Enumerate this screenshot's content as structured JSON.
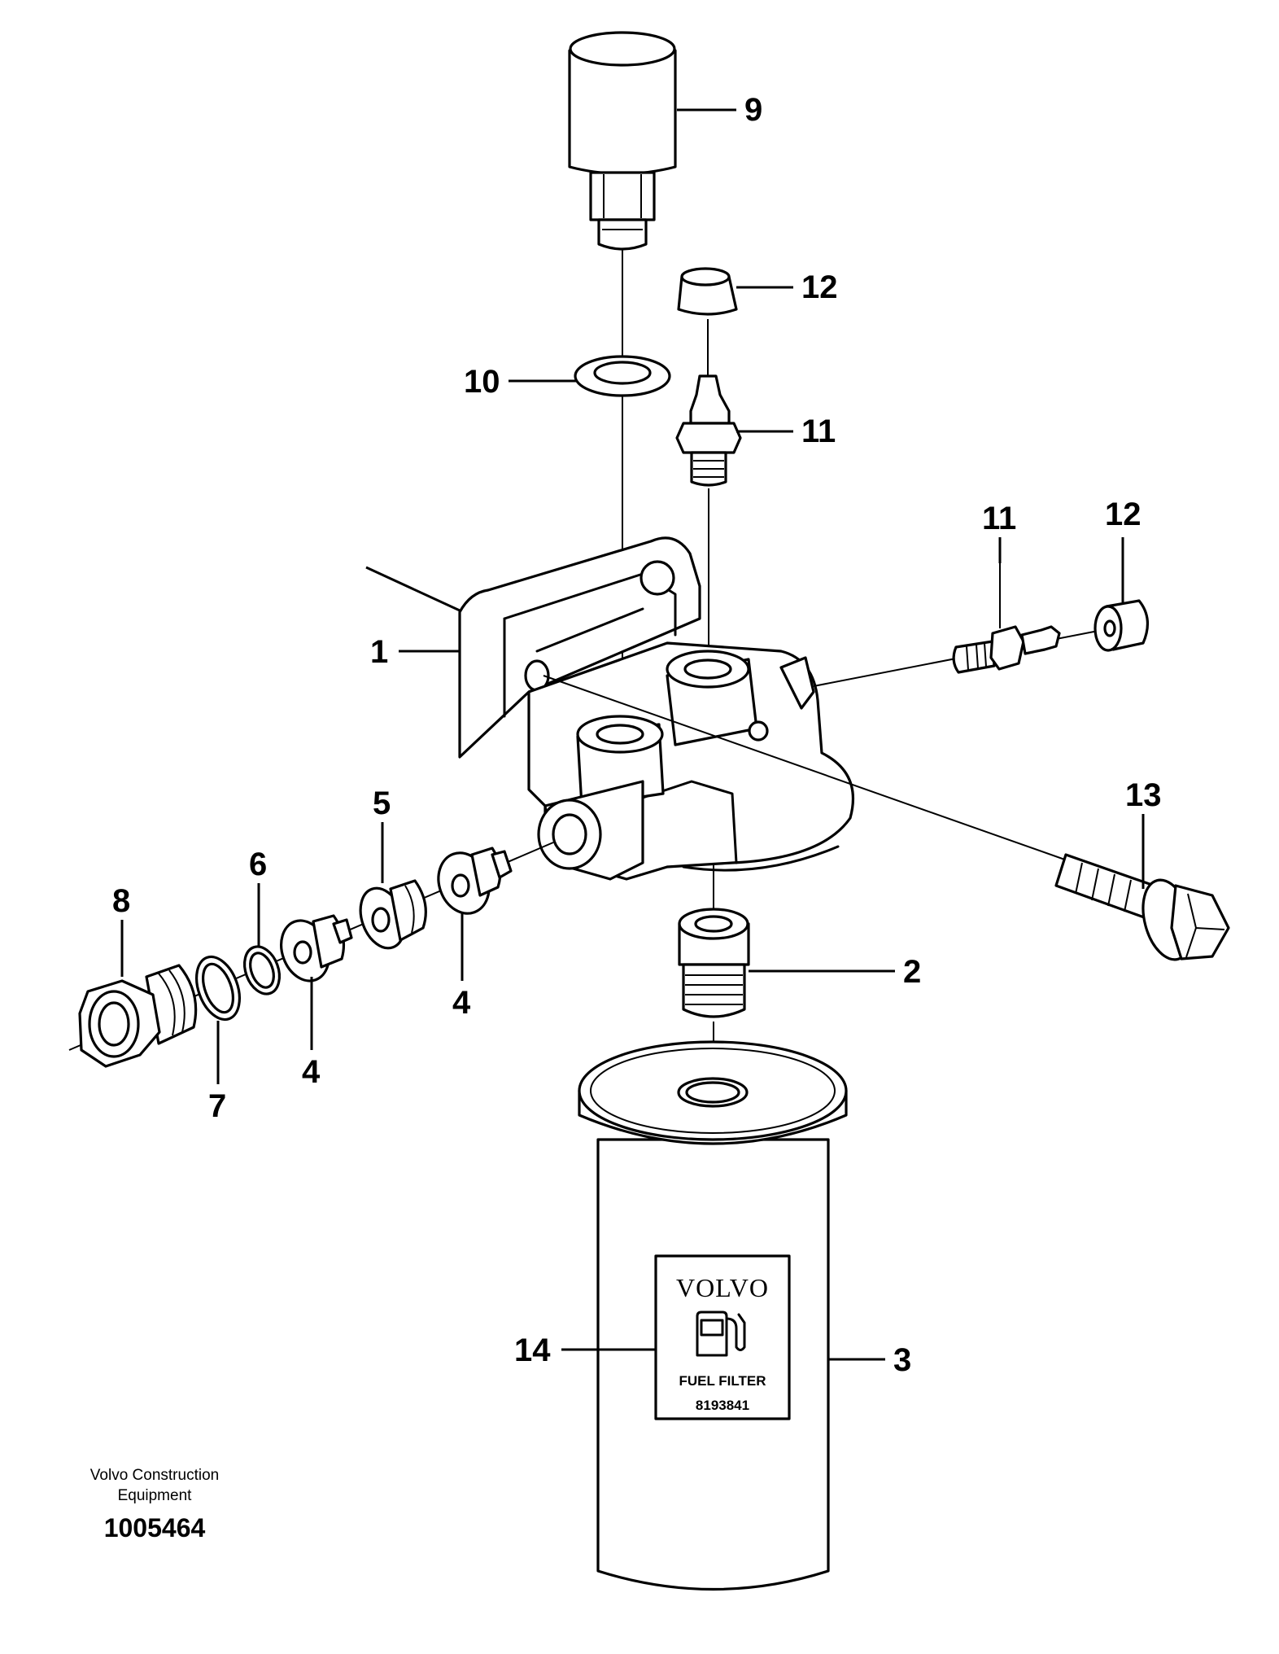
{
  "callouts": {
    "c1": "1",
    "c2": "2",
    "c3": "3",
    "c4a": "4",
    "c4b": "4",
    "c5": "5",
    "c6": "6",
    "c7": "7",
    "c8": "8",
    "c9": "9",
    "c10": "10",
    "c11a": "11",
    "c11b": "11",
    "c12a": "12",
    "c12b": "12",
    "c13": "13",
    "c14": "14"
  },
  "filter_label": {
    "brand": "VOLVO",
    "name": "FUEL FILTER",
    "part_number": "8193841"
  },
  "footer": {
    "company_line1": "Volvo Construction",
    "company_line2": "Equipment",
    "drawing_number": "1005464"
  }
}
